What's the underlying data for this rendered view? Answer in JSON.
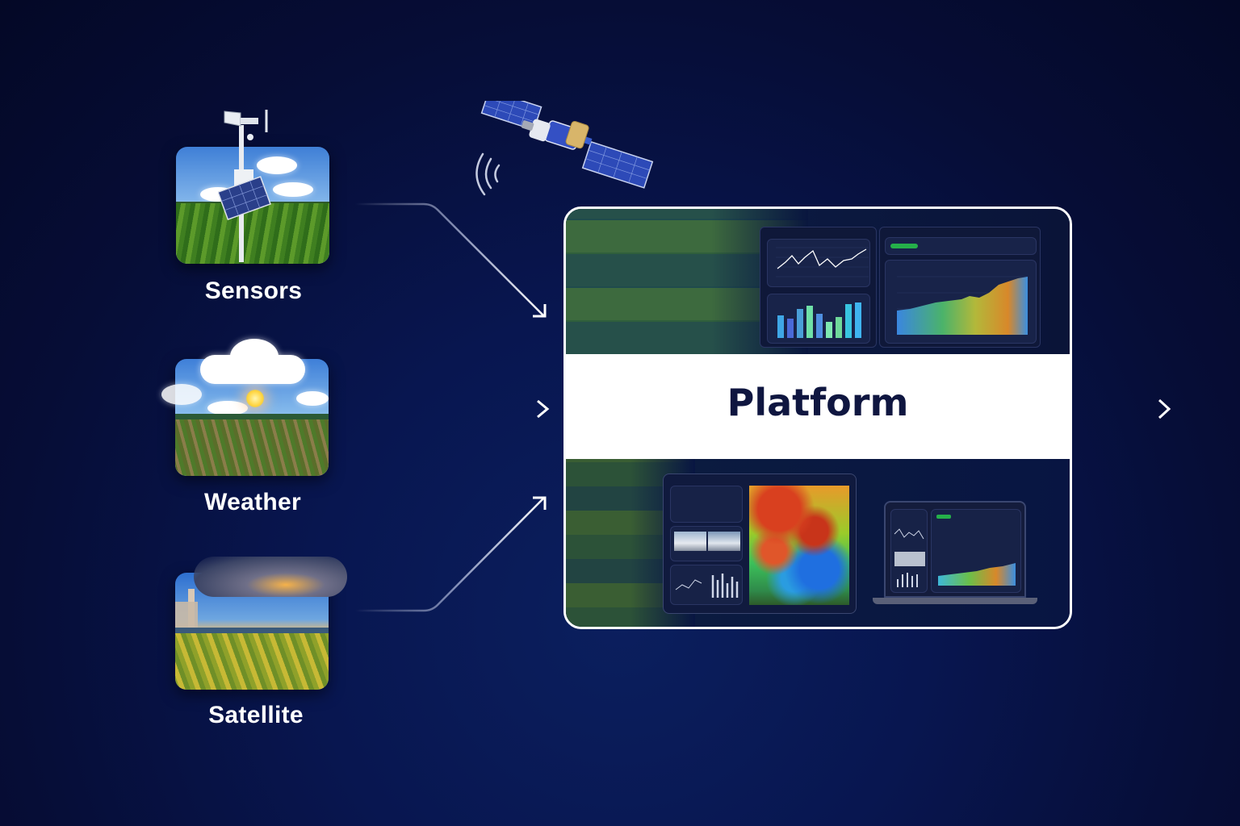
{
  "diagram": {
    "title": "Platform",
    "sources": [
      {
        "label": "Sensors",
        "icon": "weather-station-icon"
      },
      {
        "label": "Weather",
        "icon": "sun-cloud-field-icon"
      },
      {
        "label": "Satellite",
        "icon": "cloudy-field-icon"
      }
    ],
    "decorations": {
      "satellite_icon": "satellite-icon"
    },
    "flow": {
      "inputs": [
        "Sensors -> Platform",
        "Weather -> Platform",
        "Satellite -> Platform"
      ],
      "output": "Platform -> output"
    },
    "platform_panels": {
      "top_left": "field-map-aerial",
      "top_dashboard": [
        "line-chart",
        "bar-chart",
        "area-heatmap-chart",
        "metric-toolbar"
      ],
      "bottom_tablet": [
        "analytics-panel",
        "ndvi-heatmap"
      ],
      "bottom_laptop": [
        "line-chart",
        "bar-chart",
        "area-heatmap-chart"
      ]
    },
    "colors": {
      "background": "#060d36",
      "accent_white": "#ffffff",
      "title_text": "#0f1640"
    }
  }
}
